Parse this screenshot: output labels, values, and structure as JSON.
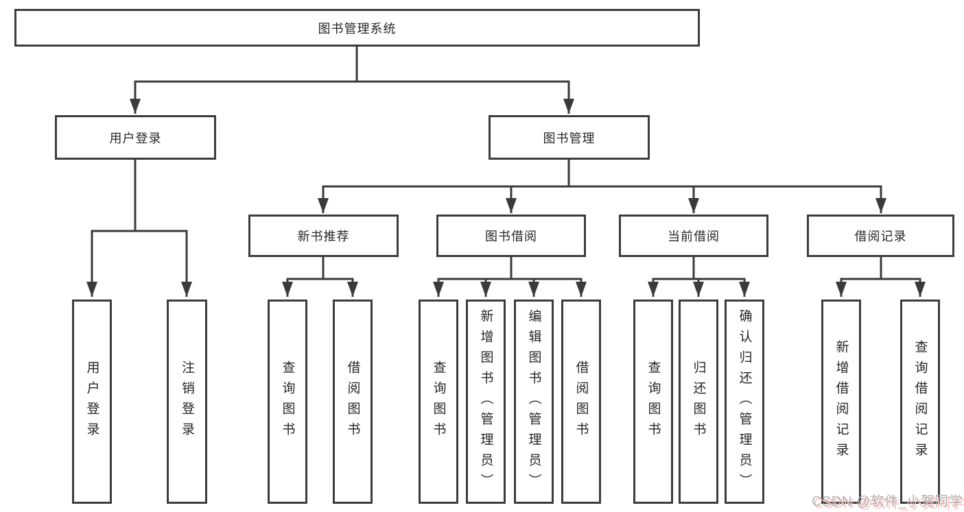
{
  "diagram": {
    "root": "图书管理系统",
    "level2": {
      "user_login": "用户登录",
      "book_mgmt": "图书管理"
    },
    "level3": {
      "new_books": "新书推荐",
      "book_borrow": "图书借阅",
      "current_borrow": "当前借阅",
      "borrow_records": "借阅记录"
    },
    "leaves": {
      "user_login": [
        "用户登录",
        "注销登录"
      ],
      "new_books": [
        "查询图书",
        "借阅图书"
      ],
      "book_borrow": [
        "查询图书",
        "新增图书（管理员）",
        "编辑图书（管理员）",
        "借阅图书"
      ],
      "current_borrow": [
        "查询图书",
        "归还图书",
        "确认归还（管理员）"
      ],
      "borrow_records": [
        "新增借阅记录",
        "查询借阅记录"
      ]
    }
  },
  "watermark": "CSDN @软件_小贺同学",
  "colors": {
    "line": "#3a3a3a",
    "box_border": "#3c3c3c",
    "text": "#262626",
    "watermark_gray": "#b4b4b4",
    "watermark_pink": "#ffb9b9"
  }
}
